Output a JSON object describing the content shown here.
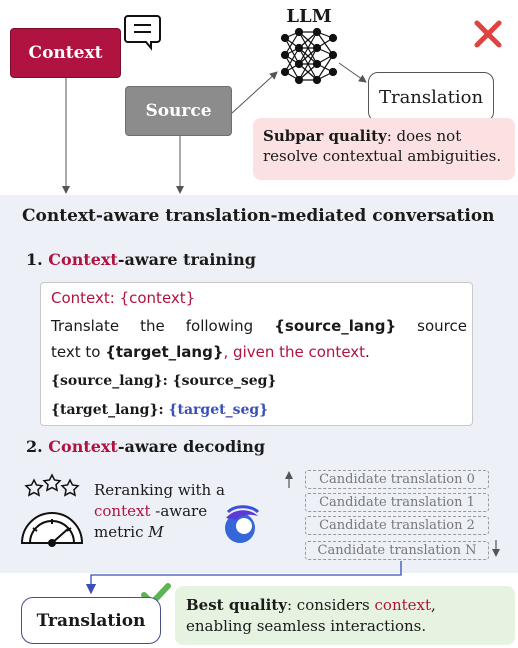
{
  "top": {
    "context_label": "Context",
    "source_label": "Source",
    "llm_label": "LLM",
    "translation_label": "Translation",
    "subpar_bold": "Subpar quality",
    "subpar_rest": ": does not",
    "subpar_line2": "resolve contextual ambiguities."
  },
  "panel": {
    "title": "Context-aware translation-mediated conversation",
    "step1": {
      "num": "1. ",
      "ctx": "Context",
      "rest": "-aware training"
    },
    "prompt": {
      "context_line": "Context: {context}",
      "line1_a": "Translate",
      "line1_b": "the",
      "line1_c": "following",
      "line1_d": "{source_lang}",
      "line1_e": "source",
      "line2_a": "text to ",
      "line2_b": "{target_lang}",
      "line2_c": ", given the context",
      "line2_d": ".",
      "line3": "{source_lang}: {source_seg}",
      "line4_a": "{target_lang}: ",
      "line4_b": "{target_seg}"
    },
    "step2": {
      "num": "2. ",
      "ctx": "Context",
      "rest": "-aware decoding"
    },
    "rerank": {
      "line1": "Reranking with a",
      "ctx": "context",
      "rest": " -aware",
      "line3a": "metric ",
      "line3b": "M"
    },
    "candidates": [
      "Candidate translation 0",
      "Candidate translation 1",
      "Candidate translation 2",
      "Candidate translation N"
    ]
  },
  "bottom": {
    "translation_label": "Translation",
    "best_bold": "Best quality",
    "best_a": ": considers ",
    "best_ctx": "context",
    "best_b": ",",
    "best_line2": "enabling seamless interactions."
  },
  "colors": {
    "context": "#b0133f",
    "source": "#8c8c8c",
    "target_seg": "#3a4fb8",
    "subpar_bg": "#fbe1e1",
    "best_bg": "#e6f3e0",
    "panel_bg": "#eef0f8"
  }
}
